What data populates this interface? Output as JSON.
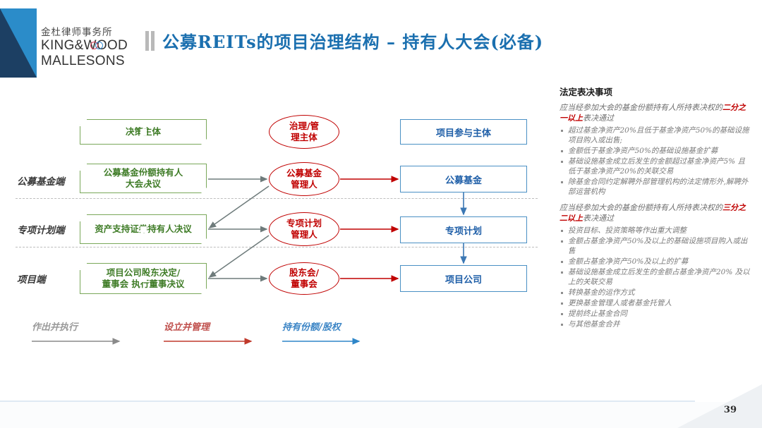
{
  "brand": {
    "logo_cn": "金杜律师事务所",
    "logo_line1": "KING&WOOD",
    "logo_line2": "MALLESONS",
    "navy": "#1c3f63",
    "blue": "#2b8cc9"
  },
  "header": {
    "title": "公募REITs的项目治理结构 – 持有人大会(必备)",
    "title_color": "#1a6faf"
  },
  "diagram": {
    "column_headers": {
      "decision": "决策主体",
      "governance": "治理/管\n理主体",
      "participants": "项目参与主体"
    },
    "row_labels": [
      "公募基金端",
      "专项计划端",
      "项目端"
    ],
    "green_boxes": [
      "公募基金份额持有人\n大会决议",
      "资产支持证券持有人决议",
      "项目公司股东决定/\n董事会 执行董事决议"
    ],
    "red_ellipses": [
      "公募基金\n管理人",
      "专项计划\n管理人",
      "股东会/\n董事会"
    ],
    "blue_boxes": [
      "公募基金",
      "专项计划",
      "项目公司"
    ],
    "colors": {
      "green": "#3f7c27",
      "green_border": "#7aa85a",
      "red": "#c00000",
      "blue_text": "#1f5fa8",
      "blue_border": "#4a90c4",
      "gray_arrow": "#6e7b7b"
    },
    "legend": [
      {
        "label": "作出并执行",
        "color": "#8a8a8a"
      },
      {
        "label": "设立并管理",
        "color": "#c00000"
      },
      {
        "label": "持有份额/股权",
        "color": "#2e86c8"
      }
    ]
  },
  "panel": {
    "heading": "法定表决事项",
    "section1": {
      "lead_before": "应当经参加大会的基金份额持有人所持表决权的",
      "lead_highlight": "二分之一以上",
      "lead_after": "表决通过",
      "bullets": [
        "超过基金净资产20%且低于基金净资产50%的基础设施项目购入或出售;",
        "金额低于基金净资产50%的基础设施基金扩募",
        "基础设施基金成立后发生的金额超过基金净资产5% 且低于基金净资产20%的关联交易",
        "除基金合同约定解聘外部管理机构的法定情形外,解聘外部运营机构"
      ]
    },
    "section2": {
      "lead_before": "应当经参加大会的基金份额持有人所持表决权的",
      "lead_highlight": "三分之二以上",
      "lead_after": "表决通过",
      "bullets": [
        "投资目标、投资策略等作出重大调整",
        "金额占基金净资产50%及以上的基础设施项目购入或出售",
        "金额占基金净资产50%及以上的扩募",
        "基础设施基金成立后发生的金额占基金净资产20% 及以上的关联交易",
        "转换基金的运作方式",
        "更换基金管理人或者基金托管人",
        "提前终止基金合同",
        "与其他基金合并"
      ]
    }
  },
  "footer": {
    "page_number": "39"
  }
}
